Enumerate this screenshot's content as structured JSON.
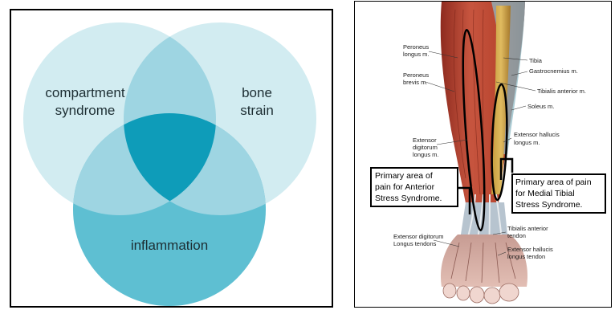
{
  "venn": {
    "sets": [
      "compartment syndrome",
      "bone strain",
      "inflammation"
    ],
    "labels": {
      "compartment_line1": "compartment",
      "compartment_line2": "syndrome",
      "bone_line1": "bone",
      "bone_line2": "strain",
      "inflammation": "inflammation"
    },
    "colors": {
      "single": "#d2ecf1",
      "pair": "#9ed5e2",
      "bottom_circle": "#5ebfd2",
      "center": "#0e9cb9"
    }
  },
  "anatomy": {
    "labels": {
      "peroneus_longus_1": "Peroneus",
      "peroneus_longus_2": "longus m.",
      "peroneus_brevis_1": "Peroneus",
      "peroneus_brevis_2": "brevis m.",
      "tibia": "Tibia",
      "gastrocnemius": "Gastrocnemius m.",
      "tibialis_anterior": "Tibialis anterior m.",
      "soleus": "Soleus m.",
      "ext_hallucis_1": "Extensor hallucis",
      "ext_hallucis_2": "longus m.",
      "ext_digitorum_1": "Extensor",
      "ext_digitorum_2": "digitorum",
      "ext_digitorum_3": "longus m.",
      "ext_dig_tendons_1": "Extensor digitorum",
      "ext_dig_tendons_2": "Longus tendons",
      "tib_ant_tendon_1": "Tibialis anterior",
      "tib_ant_tendon_2": "tendon",
      "ext_hal_tendon_1": "Extensor hallucis",
      "ext_hal_tendon_2": "longus tendon"
    },
    "callouts": {
      "anterior": [
        "Primary area of",
        "pain for Anterior",
        "Stress Syndrome."
      ],
      "medial": [
        "Primary area of pain",
        "for Medial Tibial",
        "Stress Syndrome."
      ]
    }
  }
}
